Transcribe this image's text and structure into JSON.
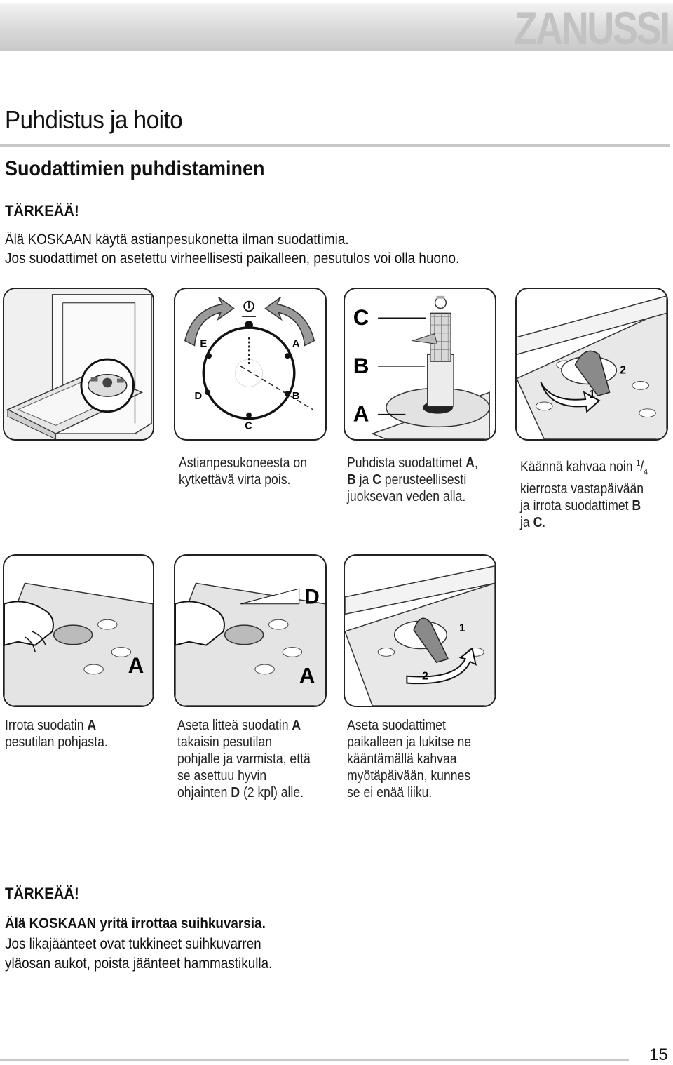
{
  "header": {
    "brand": "ZANUSSI"
  },
  "title": "Puhdistus ja hoito",
  "subtitle": "Suodattimien puhdistaminen",
  "warning1": {
    "heading": "TÄRKEÄÄ!",
    "line1": "Älä KOSKAAN käytä astianpesukonetta ilman suodattimia.",
    "line2": "Jos suodattimet on asetettu virheellisesti paikalleen, pesutulos voi olla huono."
  },
  "diagram_labels": {
    "dial_e": "E",
    "dial_a": "A",
    "dial_d": "D",
    "dial_b": "B",
    "dial_c": "C",
    "filter_c": "C",
    "filter_b": "B",
    "filter_a": "A",
    "turn_1": "1",
    "turn_2": "2",
    "remove_a": "A",
    "guide_d": "D",
    "guide_a": "A",
    "lock_1": "1",
    "lock_2": "2"
  },
  "steps": [
    {
      "lines": [
        "Astianpesukoneesta on",
        "kytkettävä virta pois."
      ]
    },
    {
      "l1_pre": "Puhdista suodattimet ",
      "l1_b": "A",
      "l1_post": ",",
      "l2_b1": "B",
      "l2_mid": " ja ",
      "l2_b2": "C",
      "l2_post": " perusteellisesti",
      "l3": "juoksevan veden alla."
    },
    {
      "l1": "Käännä kahvaa noin ",
      "frac_num": "1",
      "frac_sep": "/",
      "frac_den": "4",
      "l2": "kierrosta vastapäivään",
      "l3_pre": "ja irrota suodattimet ",
      "l3_b": "B",
      "l4_pre": "ja ",
      "l4_b": "C",
      "l4_post": "."
    },
    {
      "l1_pre": "Irrota suodatin ",
      "l1_b": "A",
      "l2": "pesutilan pohjasta."
    },
    {
      "l1_pre": "Aseta litteä suodatin ",
      "l1_b": "A",
      "l2": "takaisin pesutilan",
      "l3": "pohjalle ja varmista, että",
      "l4": "se asettuu hyvin",
      "l5_pre": "ohjainten ",
      "l5_b": "D",
      "l5_post": " (2 kpl) alle."
    },
    {
      "lines": [
        "Aseta suodattimet",
        "paikalleen ja lukitse ne",
        "kääntämällä kahvaa",
        "myötäpäivään, kunnes",
        "se ei enää liiku."
      ]
    }
  ],
  "warning2": {
    "heading": "TÄRKEÄÄ!",
    "line1": "Älä KOSKAAN yritä irrottaa suihkuvarsia.",
    "line2": "Jos likajäänteet ovat tukkineet suihkuvarren",
    "line3": "yläosan aukot, poista jäänteet hammastikulla."
  },
  "page_number": "15"
}
